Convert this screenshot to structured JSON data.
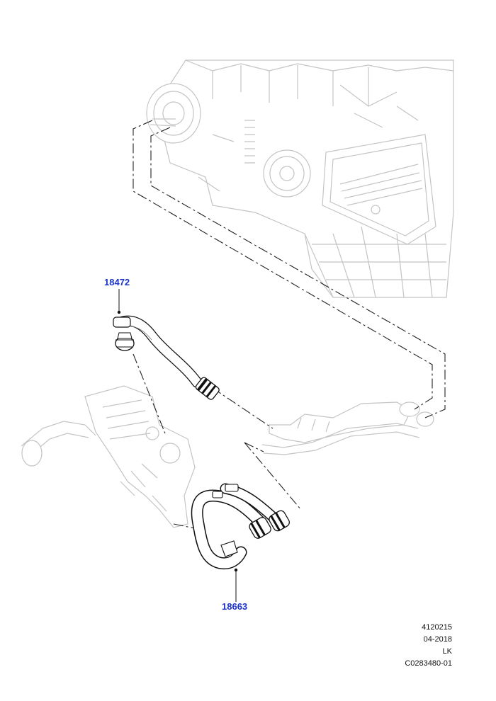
{
  "callouts": [
    {
      "id": "hose-upper",
      "label": "18472"
    },
    {
      "id": "hose-lower",
      "label": "18663"
    }
  ],
  "drawing_info": {
    "number": "4120215",
    "date": "04-2018",
    "initials": "LK",
    "code": "C0283480-01"
  },
  "colors": {
    "callout": "#1a33cc",
    "part_outline": "#111111",
    "ghost_outline": "#c4c4c4"
  }
}
